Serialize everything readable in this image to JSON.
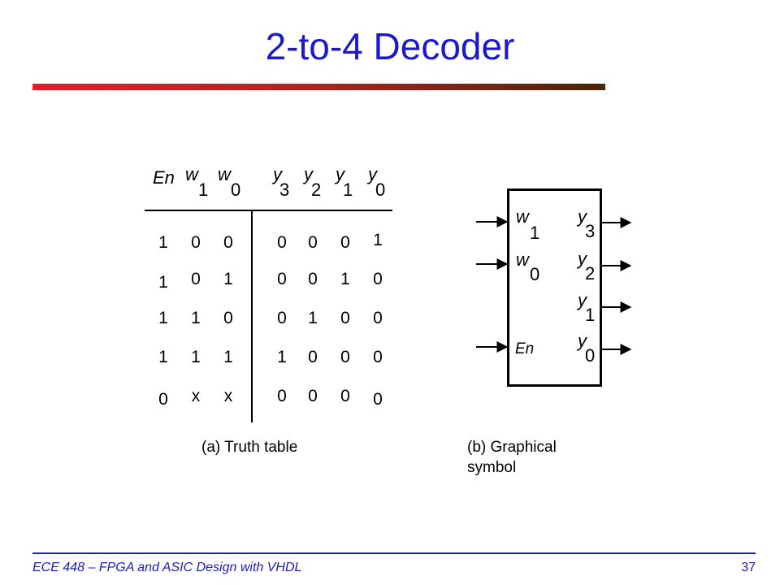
{
  "title": "2-to-4 Decoder",
  "truth_table": {
    "header": {
      "en": "En",
      "w1": {
        "base": "w",
        "sub": "1"
      },
      "w0": {
        "base": "w",
        "sub": "0"
      },
      "y3": {
        "base": "y",
        "sub": "3"
      },
      "y2": {
        "base": "y",
        "sub": "2"
      },
      "y1": {
        "base": "y",
        "sub": "1"
      },
      "y0": {
        "base": "y",
        "sub": "0"
      }
    },
    "rows": [
      [
        "1",
        "0",
        "0",
        "0",
        "0",
        "0",
        "1"
      ],
      [
        "1",
        "0",
        "1",
        "0",
        "0",
        "1",
        "0"
      ],
      [
        "1",
        "1",
        "0",
        "0",
        "1",
        "0",
        "0"
      ],
      [
        "1",
        "1",
        "1",
        "1",
        "0",
        "0",
        "0"
      ],
      [
        "0",
        "x",
        "x",
        "0",
        "0",
        "0",
        "0"
      ]
    ],
    "caption": "(a) Truth table"
  },
  "symbol": {
    "inputs": {
      "w1": {
        "base": "w",
        "sub": "1"
      },
      "w0": {
        "base": "w",
        "sub": "0"
      },
      "en": "En"
    },
    "outputs": {
      "y3": {
        "base": "y",
        "sub": "3"
      },
      "y2": {
        "base": "y",
        "sub": "2"
      },
      "y1": {
        "base": "y",
        "sub": "1"
      },
      "y0": {
        "base": "y",
        "sub": "0"
      }
    },
    "caption_line1": "(b) Graphical",
    "caption_line2": "symbol"
  },
  "footer": {
    "course": "ECE 448 – FPGA and ASIC Design with VHDL",
    "page": "37"
  },
  "colors": {
    "title": "#1a1acc",
    "accent_start": "#e0202a",
    "accent_end": "#4a2408"
  }
}
